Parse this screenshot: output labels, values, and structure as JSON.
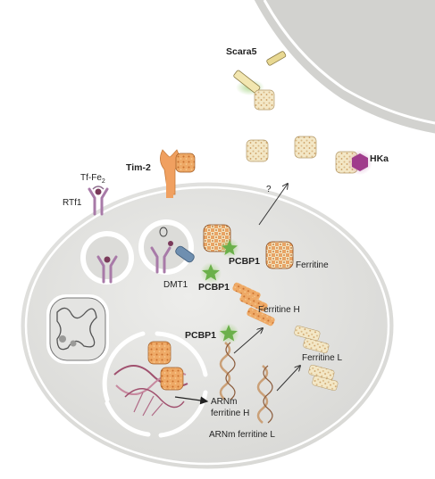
{
  "labels": {
    "scara5": "Scara5",
    "tim2": "Tim-2",
    "tf_fe": "Tf-Fe",
    "tf_fe_sub": "2",
    "rtf1": "RTf1",
    "question": "?",
    "hka": "HKa",
    "dmt1": "DMT1",
    "pcbp1_top": "PCBP1",
    "pcbp1_mid": "PCBP1",
    "pcbp1_left": "PCBP1",
    "ferritine": "Ferritine",
    "ferritine_h": "Ferritine H",
    "ferritine_l": "Ferritine L",
    "arnm_h_line1": "ARNm",
    "arnm_h_line2": "ferritine H",
    "arnm_l": "ARNm ferritine L"
  },
  "colors": {
    "cell_fill": "#e6e6e4",
    "membrane": "#ffffff",
    "receptor_violet": "#a87aa8",
    "tim2_orange": "#f0a060",
    "pcbp1_green": "#6bb04a",
    "hka_purple": "#a03c8c",
    "ferritin_h_orange": "#e8a060",
    "ferritin_l_cream": "#f0dfb0",
    "dmt1_blue": "#6f8fb0"
  },
  "icons": [
    "ferritin-icon",
    "star-icon",
    "mitochondrion-icon",
    "dna-helix-icon",
    "receptor-icon",
    "vesicle-icon"
  ]
}
